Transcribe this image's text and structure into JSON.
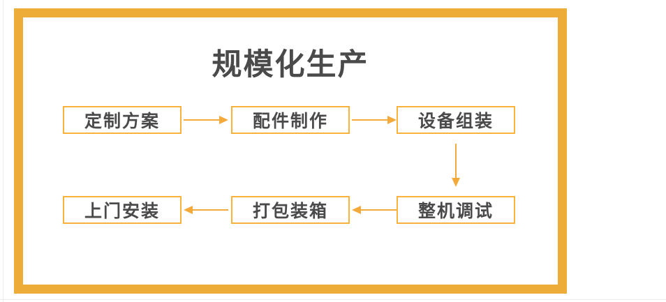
{
  "diagram": {
    "title": "规模化生产",
    "steps": [
      {
        "label": "定制方案"
      },
      {
        "label": "配件制作"
      },
      {
        "label": "设备组装"
      },
      {
        "label": "整机调试"
      },
      {
        "label": "打包装箱"
      },
      {
        "label": "上门安装"
      }
    ],
    "colors": {
      "frame": "#EDAC38",
      "box_border": "#FBB23C",
      "arrow": "#F4A93B",
      "text": "#4A4A4A"
    }
  }
}
